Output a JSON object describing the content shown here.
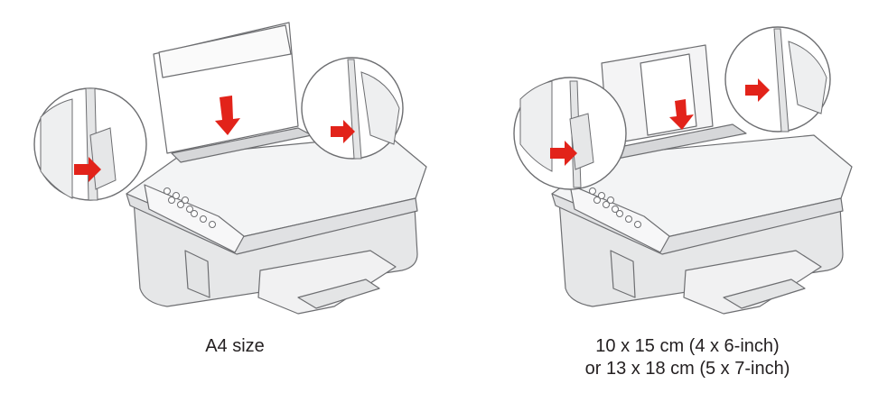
{
  "figures": [
    {
      "id": "a4",
      "caption_lines": [
        "A4 size"
      ]
    },
    {
      "id": "small-photo",
      "caption_lines": [
        "10 x 15 cm (4 x 6-inch)",
        "or 13 x 18 cm (5 x 7-inch)"
      ]
    }
  ],
  "colors": {
    "line": "#6d6e71",
    "body": "#eeeff0",
    "shadow": "#d6d7d9",
    "paper": "#ffffff",
    "arrow": "#e2231a",
    "text": "#231f20"
  }
}
